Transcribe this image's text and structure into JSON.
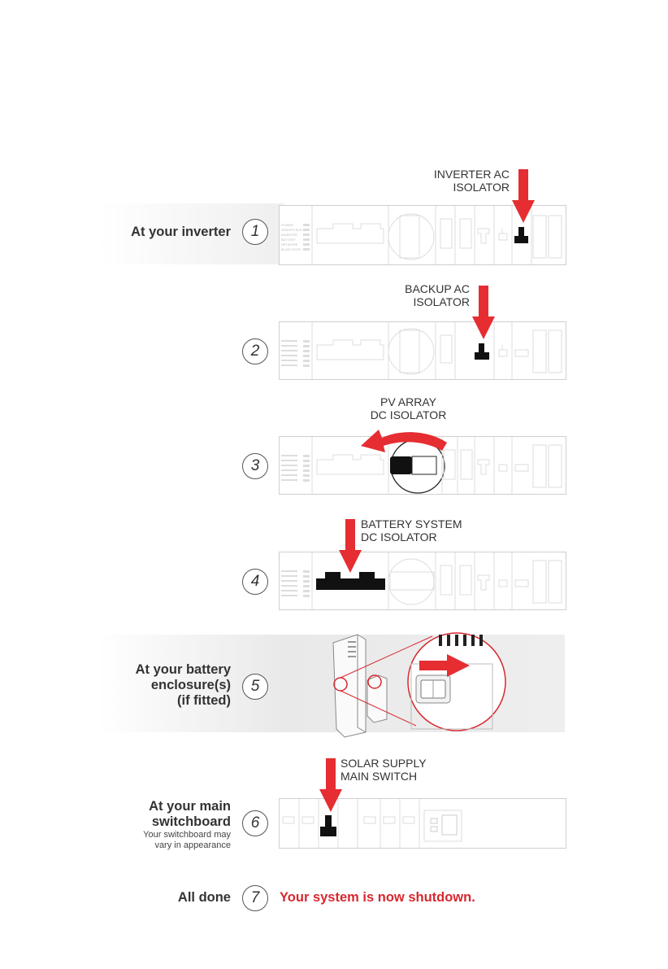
{
  "steps": [
    {
      "number": "1",
      "location": "At your inverter",
      "callout": [
        "INVERTER AC",
        "ISOLATOR"
      ]
    },
    {
      "number": "2",
      "location": "",
      "callout": [
        "BACKUP AC",
        "ISOLATOR"
      ]
    },
    {
      "number": "3",
      "location": "",
      "callout": [
        "PV ARRAY",
        "DC ISOLATOR"
      ]
    },
    {
      "number": "4",
      "location": "",
      "callout": [
        "BATTERY SYSTEM",
        "DC ISOLATOR"
      ]
    },
    {
      "number": "5",
      "location": [
        "At your battery",
        "enclosure(s)",
        "(if fitted)"
      ],
      "callout": []
    },
    {
      "number": "6",
      "location": [
        "At your main",
        "switchboard"
      ],
      "sublabel": [
        "Your switchboard may",
        "vary in appearance"
      ],
      "callout": [
        "SOLAR SUPPLY",
        "MAIN SWITCH"
      ]
    },
    {
      "number": "7",
      "location": "All done",
      "message": "Your system is now shutdown."
    }
  ],
  "inverter_leds": [
    "POWER",
    "GRID/PV BUS",
    "INVERTER",
    "BATTERY",
    "NETWORK",
    "BLUETOOTH"
  ],
  "colors": {
    "accent_red": "#e52d32",
    "message_red": "#d7282f",
    "switch_black": "#111111",
    "panel_border": "#cfcfcf"
  }
}
